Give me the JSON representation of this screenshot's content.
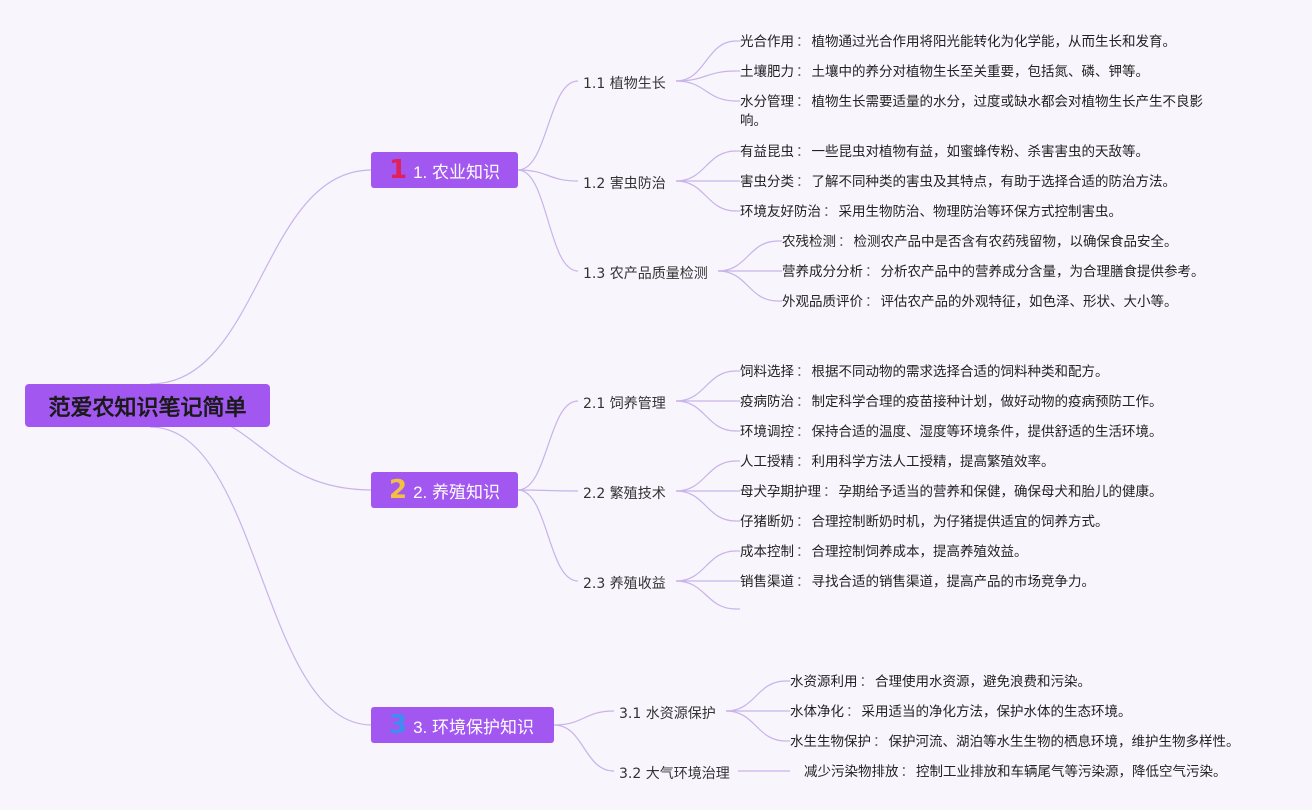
{
  "title": "范爱农知识笔记简单",
  "colors": {
    "node": "#a257f0",
    "line": "#c9b3ea",
    "num1": "#e0215a",
    "num2": "#f3c041",
    "num3": "#3d8ef0"
  },
  "sections": [
    {
      "num": "1",
      "label": "1. 农业知识",
      "subs": [
        {
          "label": "1.1 植物生长",
          "leaves": [
            {
              "k": "光合作用",
              "v": "植物通过光合作用将阳光能转化为化学能，从而生长和发育。"
            },
            {
              "k": "土壤肥力",
              "v": "土壤中的养分对植物生长至关重要，包括氮、磷、钾等。"
            },
            {
              "k": "水分管理",
              "v": "植物生长需要适量的水分，过度或缺水都会对植物生长产生不良影响。"
            }
          ]
        },
        {
          "label": "1.2 害虫防治",
          "leaves": [
            {
              "k": "有益昆虫",
              "v": "一些昆虫对植物有益，如蜜蜂传粉、杀害害虫的天敌等。"
            },
            {
              "k": "害虫分类",
              "v": "了解不同种类的害虫及其特点，有助于选择合适的防治方法。"
            },
            {
              "k": "环境友好防治",
              "v": "采用生物防治、物理防治等环保方式控制害虫。"
            }
          ]
        },
        {
          "label": "1.3 农产品质量检测",
          "leaves": [
            {
              "k": "农残检测",
              "v": "检测农产品中是否含有农药残留物，以确保食品安全。"
            },
            {
              "k": "营养成分分析",
              "v": "分析农产品中的营养成分含量，为合理膳食提供参考。"
            },
            {
              "k": "外观品质评价",
              "v": "评估农产品的外观特征，如色泽、形状、大小等。"
            }
          ]
        }
      ]
    },
    {
      "num": "2",
      "label": "2. 养殖知识",
      "subs": [
        {
          "label": "2.1 饲养管理",
          "leaves": [
            {
              "k": "饲料选择",
              "v": "根据不同动物的需求选择合适的饲料种类和配方。"
            },
            {
              "k": "疫病防治",
              "v": "制定科学合理的疫苗接种计划，做好动物的疫病预防工作。"
            },
            {
              "k": "环境调控",
              "v": "保持合适的温度、湿度等环境条件，提供舒适的生活环境。"
            }
          ]
        },
        {
          "label": "2.2 繁殖技术",
          "leaves": [
            {
              "k": "人工授精",
              "v": "利用科学方法人工授精，提高繁殖效率。"
            },
            {
              "k": "母犬孕期护理",
              "v": "孕期给予适当的营养和保健，确保母犬和胎儿的健康。"
            },
            {
              "k": "仔猪断奶",
              "v": "合理控制断奶时机，为仔猪提供适宜的饲养方式。"
            }
          ]
        },
        {
          "label": "2.3 养殖收益",
          "leaves": [
            {
              "k": "成本控制",
              "v": "合理控制饲养成本，提高养殖效益。"
            },
            {
              "k": "销售渠道",
              "v": "寻找合适的销售渠道，提高产品的市场竞争力。"
            }
          ]
        }
      ]
    },
    {
      "num": "3",
      "label": "3. 环境保护知识",
      "subs": [
        {
          "label": "3.1 水资源保护",
          "leaves": [
            {
              "k": "水资源利用",
              "v": "合理使用水资源，避免浪费和污染。"
            },
            {
              "k": "水体净化",
              "v": "采用适当的净化方法，保护水体的生态环境。"
            },
            {
              "k": "水生生物保护",
              "v": "保护河流、湖泊等水生生物的栖息环境，维护生物多样性。"
            }
          ]
        },
        {
          "label": "3.2 大气环境治理",
          "leaves": [
            {
              "k": "减少污染物排放",
              "v": "控制工业排放和车辆尾气等污染源，降低空气污染。"
            }
          ]
        }
      ]
    }
  ]
}
